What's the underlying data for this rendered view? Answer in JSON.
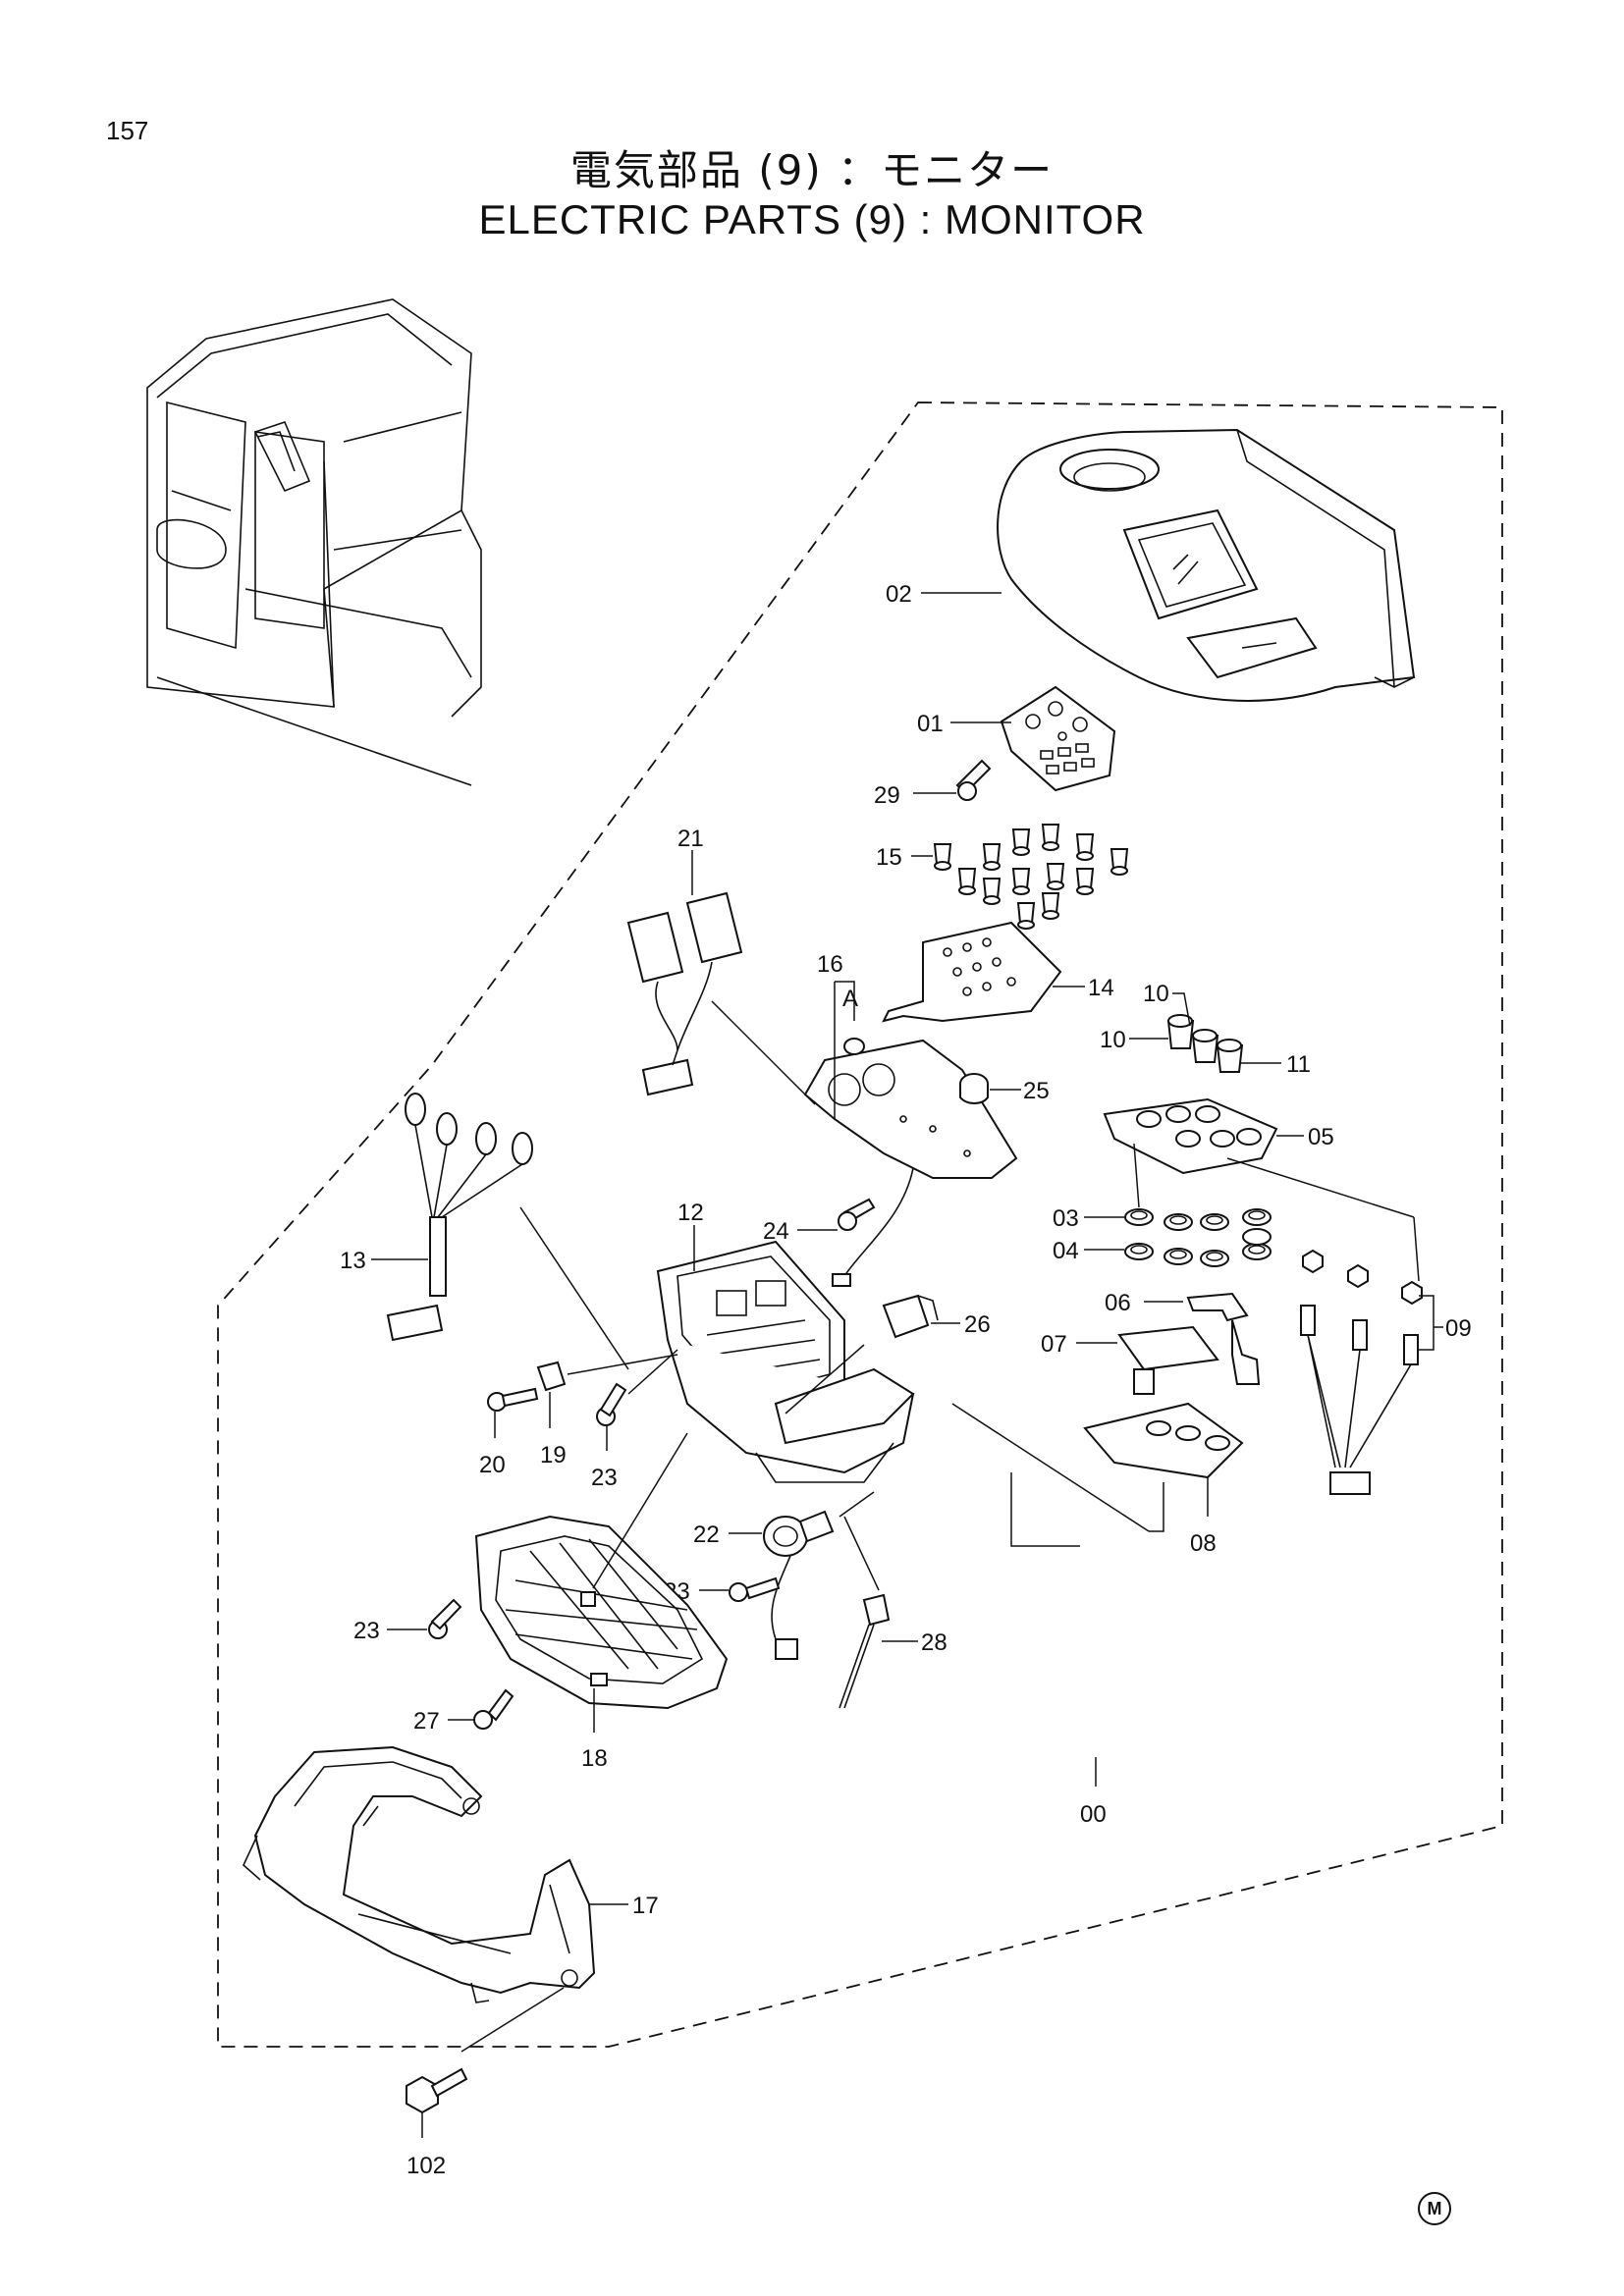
{
  "page_number": "157",
  "title_jp": "電気部品 (9) ：モニター",
  "title_en": "ELECTRIC PARTS (9) : MONITOR",
  "mark": "M",
  "parts": {
    "p00": "00",
    "p01": "01",
    "p02": "02",
    "p03": "03",
    "p04": "04",
    "p05": "05",
    "p06": "06",
    "p07": "07",
    "p08": "08",
    "p09": "09",
    "p10a": "10",
    "p10b": "10",
    "p11": "11",
    "p12": "12",
    "p13": "13",
    "p14": "14",
    "p15": "15",
    "p16": "16",
    "p17": "17",
    "p18": "18",
    "p19": "19",
    "p20": "20",
    "p21": "21",
    "p22": "22",
    "p23a": "23",
    "p23b": "23",
    "p23c": "23",
    "p24": "24",
    "p25": "25",
    "p26": "26",
    "p27": "27",
    "p28": "28",
    "p29": "29",
    "p102": "102",
    "pA": "A"
  }
}
